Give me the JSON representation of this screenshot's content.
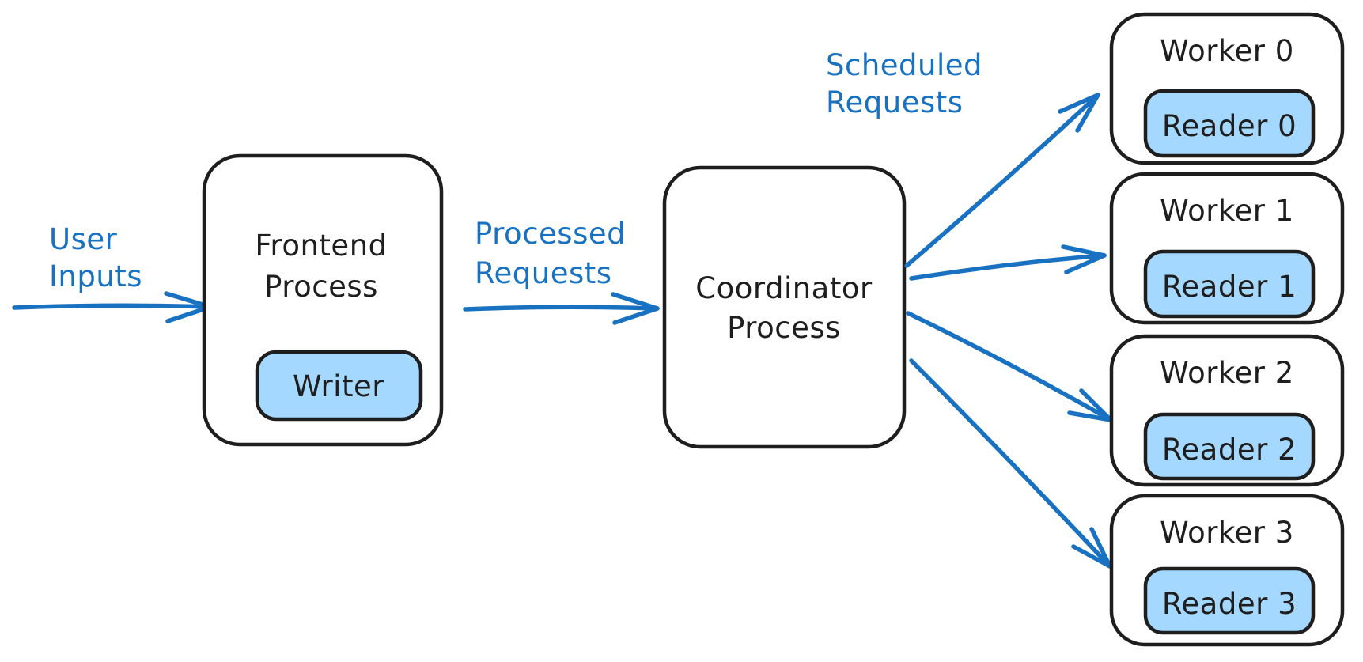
{
  "colors": {
    "accent_blue": "#1971c2",
    "node_fill_blue": "#a5d8ff",
    "stroke_black": "#1e1e1e",
    "background": "#ffffff"
  },
  "flow_labels": {
    "user_inputs": {
      "line1": "User",
      "line2": "Inputs"
    },
    "processed_requests": {
      "line1": "Processed",
      "line2": "Requests"
    },
    "scheduled_requests": {
      "line1": "Scheduled",
      "line2": "Requests"
    }
  },
  "nodes": {
    "frontend": {
      "title_line1": "Frontend",
      "title_line2": "Process",
      "child_label": "Writer"
    },
    "coordinator": {
      "title_line1": "Coordinator",
      "title_line2": "Process"
    },
    "workers": [
      {
        "title": "Worker 0",
        "child_label": "Reader 0"
      },
      {
        "title": "Worker 1",
        "child_label": "Reader 1"
      },
      {
        "title": "Worker 2",
        "child_label": "Reader 2"
      },
      {
        "title": "Worker 3",
        "child_label": "Reader 3"
      }
    ]
  }
}
